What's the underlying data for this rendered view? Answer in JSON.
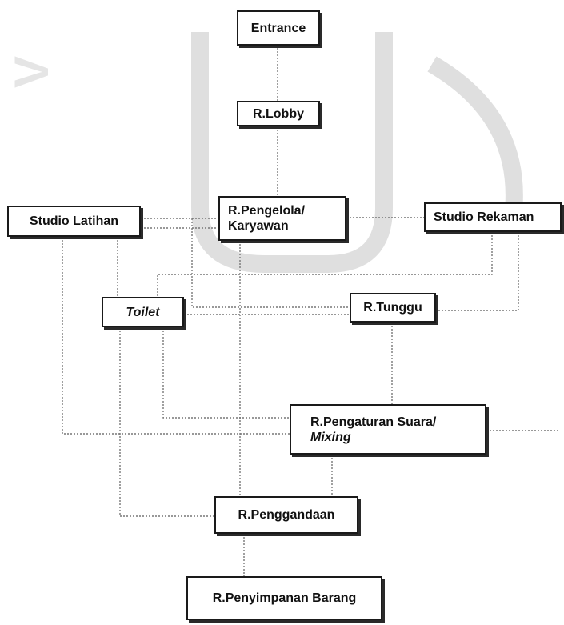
{
  "nodes": {
    "entrance": "Entrance",
    "lobby": "R.Lobby",
    "pengelola_line1": "R.Pengelola/",
    "pengelola_line2": "Karyawan",
    "studio_latihan": "Studio Latihan",
    "studio_rekaman": "Studio Rekaman",
    "toilet": "Toilet",
    "tunggu": "R.Tunggu",
    "pengaturan_line1": "R.Pengaturan Suara/",
    "pengaturan_line2": "Mixing",
    "penggandaan": "R.Penggandaan",
    "penyimpanan": "R.Penyimpanan Barang"
  },
  "colors": {
    "line": "#777777",
    "border": "#1a1a1a",
    "watermark": "#c8c8c8"
  }
}
